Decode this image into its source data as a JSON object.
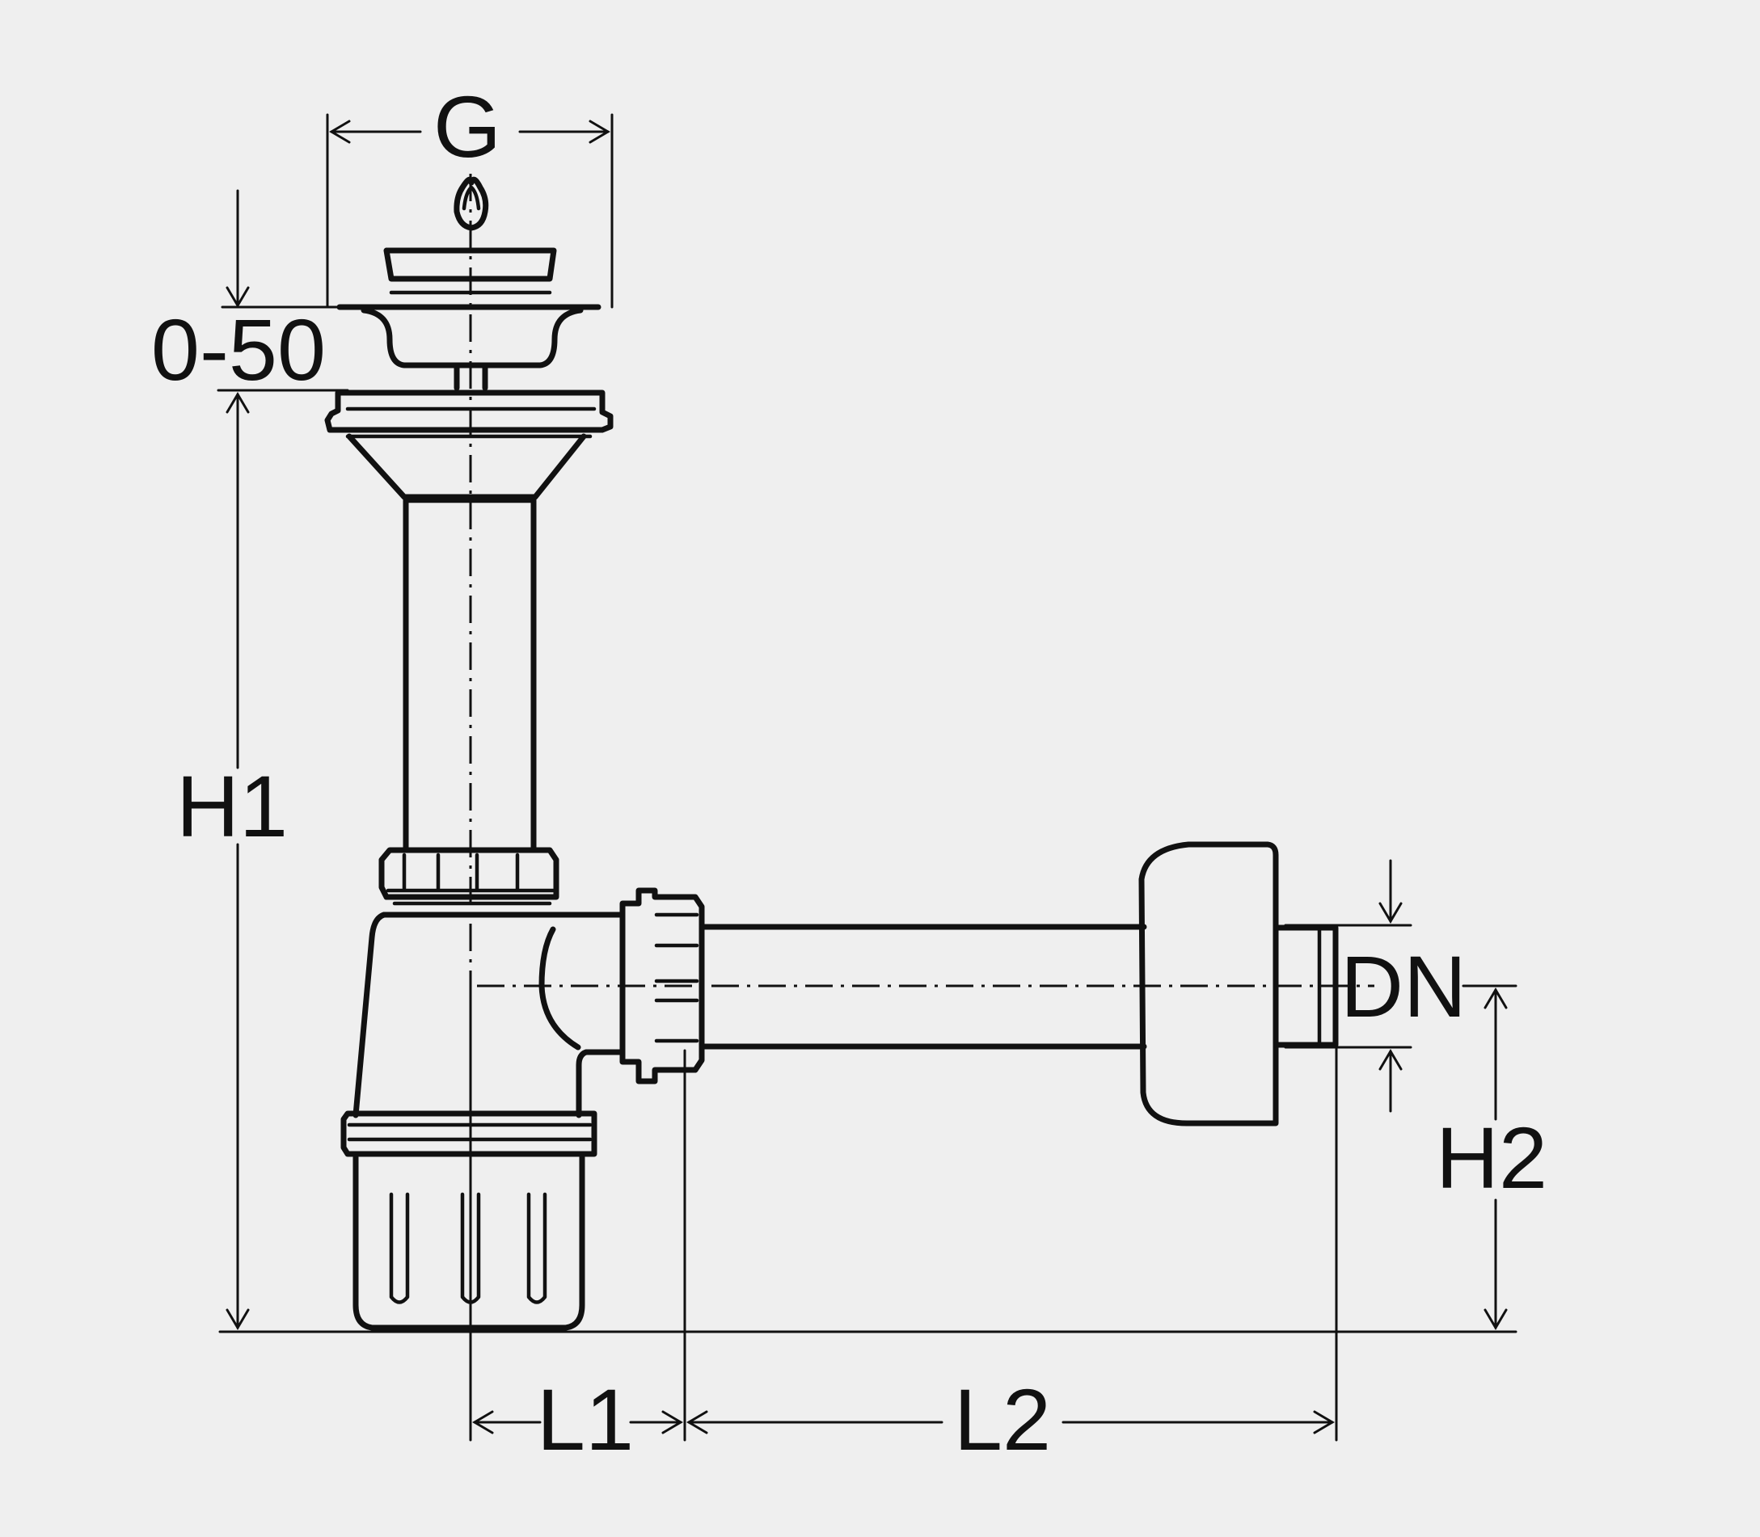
{
  "labels": {
    "g": "G",
    "range": "0-50",
    "h1": "H1",
    "h2": "H2",
    "dn": "DN",
    "l1": "L1",
    "l2": "L2"
  },
  "colors": {
    "background": "#efefef",
    "line": "#111111"
  }
}
